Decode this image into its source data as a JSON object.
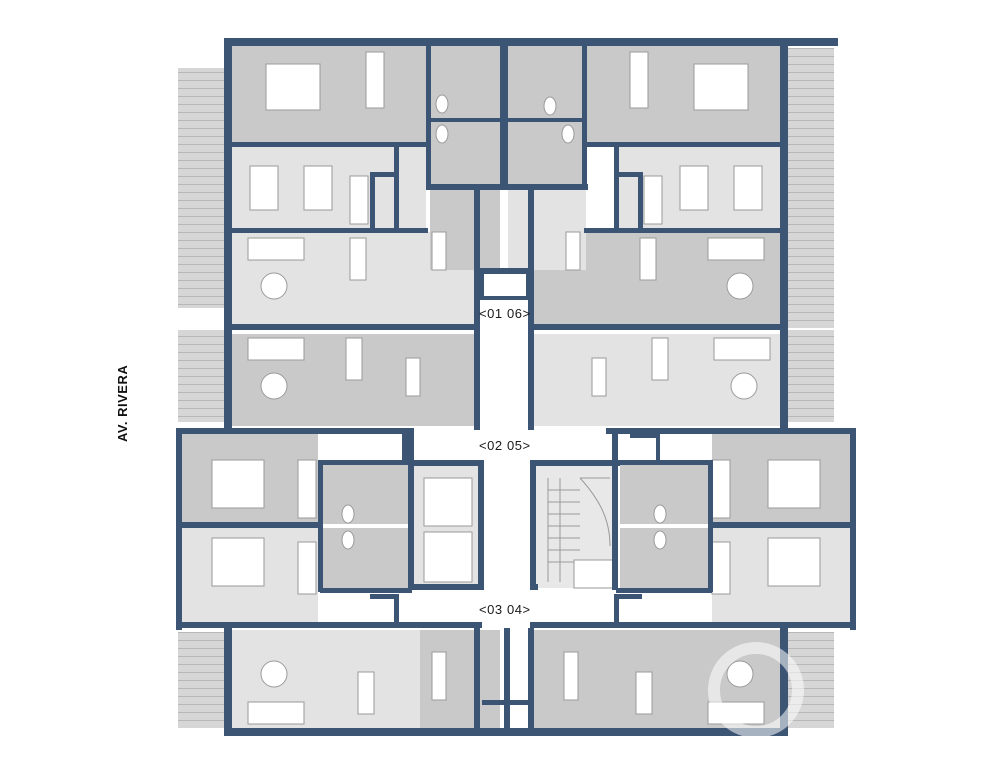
{
  "street_label": "AV. RIVERA",
  "unit_labels": {
    "u01": "<01",
    "u06": "06>",
    "u02": "<02",
    "u05": "05>",
    "u03": "<03",
    "u04": "04>"
  },
  "colors": {
    "wall": "#3d5575",
    "room": "#c9c9c9",
    "room_light": "#e3e3e3",
    "corridor": "#ffffff",
    "terrace": "#d4d4d4",
    "furniture": "#ffffff"
  }
}
